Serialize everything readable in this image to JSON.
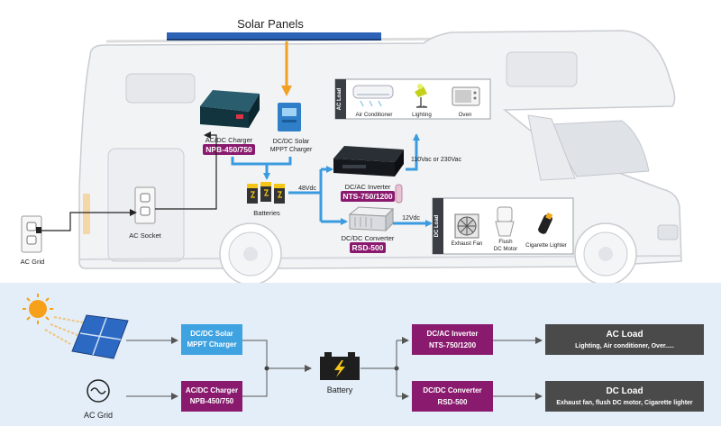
{
  "top": {
    "solar_panels": "Solar Panels",
    "ac_dc_charger_title": "AC/DC Charger",
    "ac_dc_charger_model": "NPB-450/750",
    "solar_charger_line1": "DC/DC Solar",
    "solar_charger_line2": "MPPT Charger",
    "batteries": "Batteries",
    "v48": "48Vdc",
    "v12": "12Vdc",
    "vac": "110Vac or 230Vac",
    "inverter_title": "DC/AC Inverter",
    "inverter_model": "NTS-750/1200",
    "converter_title": "DC/DC Converter",
    "converter_model": "RSD-500",
    "ac_socket": "AC Socket",
    "ac_grid": "AC Grid",
    "ac_load_tag": "AC Load",
    "dc_load_tag": "DC Load",
    "ac_loads": [
      "Air Conditioner",
      "Lighting",
      "Oven"
    ],
    "exhaust_fan": "Exhaust Fan",
    "flush_line1": "Flush",
    "flush_line2": "DC Motor",
    "cigarette": "Cigarette Lighter"
  },
  "flow": {
    "solar_line1": "DC/DC Solar",
    "solar_line2": "MPPT Charger",
    "charger_line1": "AC/DC Charger",
    "charger_line2": "NPB-450/750",
    "battery": "Battery",
    "inverter_line1": "DC/AC Inverter",
    "inverter_line2": "NTS-750/1200",
    "converter_line1": "DC/DC Converter",
    "converter_line2": "RSD-500",
    "ac_load_title": "AC Load",
    "ac_load_desc": "Lighting, Air conditioner, Over.....",
    "dc_load_title": "DC Load",
    "dc_load_desc": "Exhaust fan, flush DC motor, Cigarette lighter",
    "ac_grid": "AC Grid"
  },
  "colors": {
    "blue_box": "#3ea3e0",
    "purple_box": "#8a1a6e",
    "dark_box": "#4a4a4a",
    "flow_bg": "#e3eef8",
    "wire_blue": "#3a9be0",
    "solar_orange": "#f2a023"
  }
}
